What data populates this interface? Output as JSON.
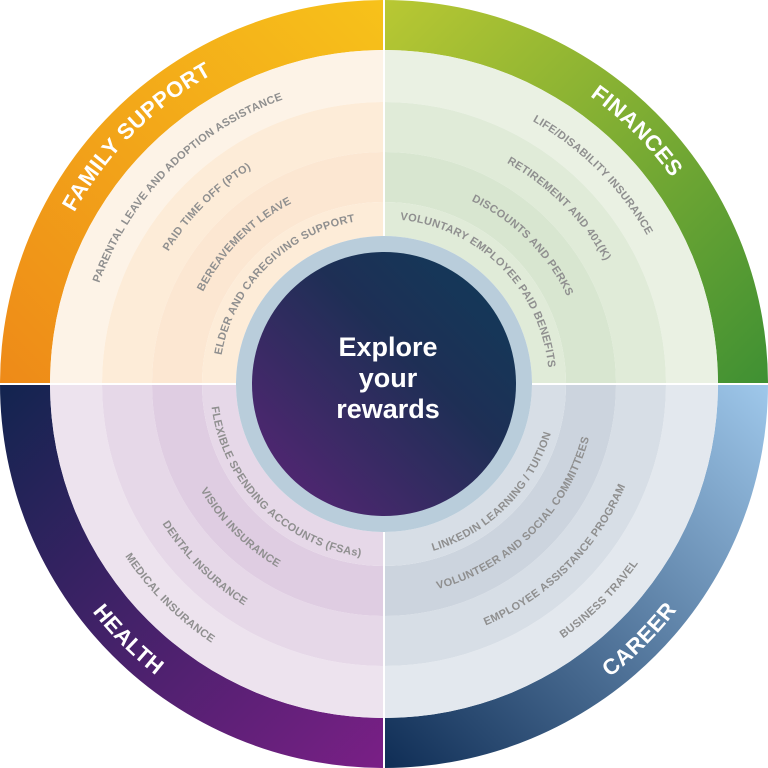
{
  "center": {
    "lines": [
      "Explore",
      "your",
      "rewards"
    ]
  },
  "quadrants": [
    {
      "key": "family-support",
      "title": "FAMILY SUPPORT",
      "ring_colors": [
        "#fdf3e7",
        "#fdecd8",
        "#fce7d2"
      ],
      "outer_gradient": [
        "#ee8a18",
        "#f7c21a"
      ],
      "items": [
        "PARENTAL LEAVE AND ADOPTION ASSISTANCE",
        "PAID TIME OFF (PTO)",
        "BEREAVEMENT LEAVE",
        "ELDER AND CAREGIVING SUPPORT"
      ]
    },
    {
      "key": "finances",
      "title": "FINANCES",
      "ring_colors": [
        "#eaf1e3",
        "#e0ebd8",
        "#d8e6d0"
      ],
      "outer_gradient": [
        "#b9c833",
        "#3f9033"
      ],
      "items": [
        "LIFE/DISABILITY INSURANCE",
        "RETIREMENT AND 401(K)",
        "DISCOUNTS AND PERKS",
        "VOLUNTARY EMPLOYEE PAID BENEFITS"
      ]
    },
    {
      "key": "career",
      "title": "CAREER",
      "ring_colors": [
        "#e3e8ee",
        "#d7dee6",
        "#ccd4de"
      ],
      "outer_gradient": [
        "#9fc8eb",
        "#0f2d55"
      ],
      "items": [
        "BUSINESS TRAVEL",
        "EMPLOYEE ASSISTANCE PROGRAM",
        "VOLUNTEER AND SOCIAL COMMITTEES",
        "LINKEDIN LEARNING / TUITION"
      ]
    },
    {
      "key": "health",
      "title": "HEALTH",
      "ring_colors": [
        "#ede3ee",
        "#e6d8e8",
        "#dfcde2"
      ],
      "outer_gradient": [
        "#12244f",
        "#7a1f86"
      ],
      "items": [
        "MEDICAL INSURANCE",
        "DENTAL INSURANCE",
        "VISION INSURANCE",
        "FLEXIBLE SPENDING ACCOUNTS (FSAs)"
      ]
    }
  ],
  "colors": {
    "inner_ring": "#b9cddb",
    "center_gradient": [
      "#5c2478",
      "#1e2f55",
      "#0f3c5a"
    ],
    "item_text": "#8f8f8f",
    "divider": "#ffffff"
  }
}
